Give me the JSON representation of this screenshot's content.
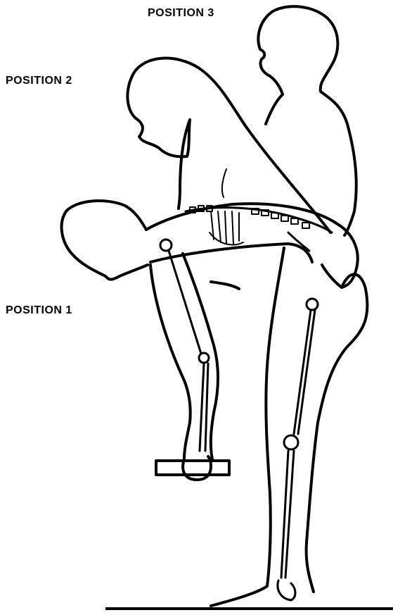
{
  "labels": {
    "position_3": "POSITION 3",
    "position_2": "POSITION 2",
    "position_1": "POSITION 1"
  },
  "colors": {
    "line": "#000000",
    "background": "#ffffff"
  }
}
